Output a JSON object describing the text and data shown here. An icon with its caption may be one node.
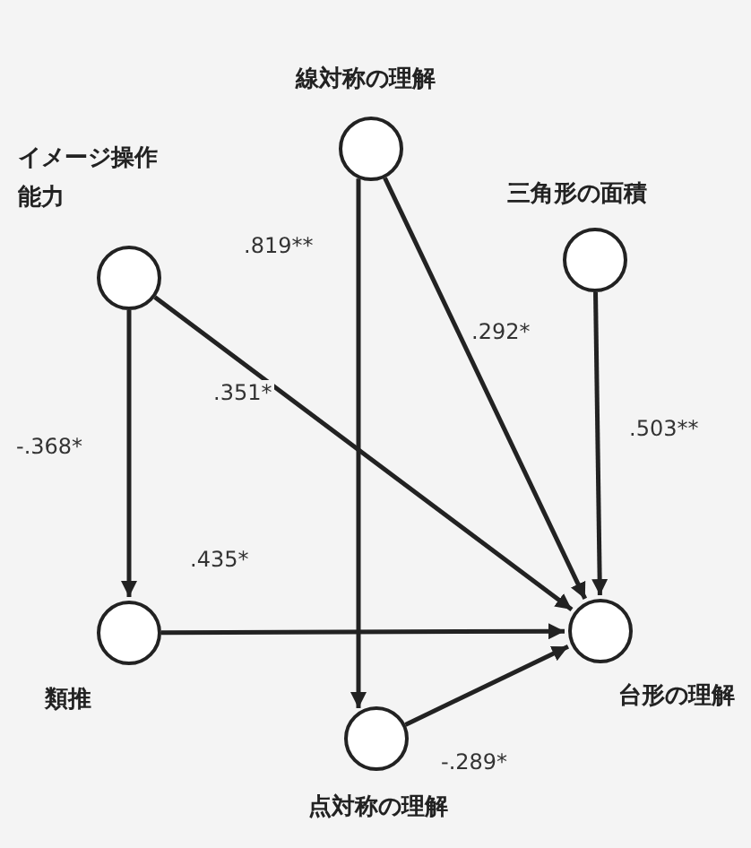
{
  "diagram": {
    "nodes": [
      {
        "text": [
          "イメージ操作能力"
        ]
      },
      {
        "text": [
          "線対称の理解"
        ]
      },
      {
        "text": [
          "三角形の面積"
        ]
      },
      {
        "text": [
          "類推"
        ]
      },
      {
        "text": [
          "台形の理解"
        ]
      },
      {
        "text": [
          "点対称の理解"
        ]
      }
    ],
    "edges": [
      {
        "from": 0,
        "to": 3,
        "arrow": "to",
        "label": "-.368*"
      },
      {
        "from": 0,
        "to": 4,
        "arrow": "to",
        "label": ".351*"
      },
      {
        "from": 1,
        "to": 5,
        "arrow": "to",
        "label": ".819**"
      },
      {
        "from": 1,
        "to": 4,
        "arrow": "to",
        "label": ".292*"
      },
      {
        "from": 2,
        "to": 4,
        "arrow": "to",
        "label": ".503**"
      },
      {
        "from": 3,
        "to": 4,
        "arrow": "to",
        "label": ".435*"
      },
      {
        "from": 5,
        "to": 4,
        "arrow": "to",
        "label": "-.289*"
      }
    ]
  }
}
